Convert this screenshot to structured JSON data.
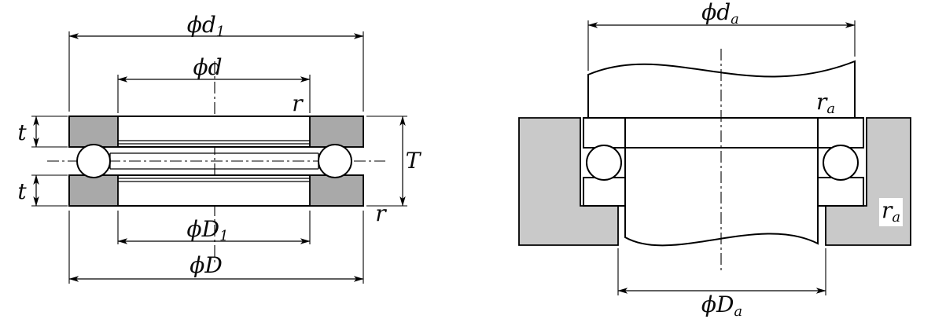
{
  "colors": {
    "washer_shade": "#a9a9a9",
    "housing_shade": "#c9c9c9",
    "part_fill": "#ffffff",
    "line": "#000000"
  },
  "left_view": {
    "labels": {
      "phi_d1": {
        "base": "ϕd",
        "sub": "1"
      },
      "phi_d": {
        "base": "ϕd",
        "sub": ""
      },
      "r_top": {
        "base": "r",
        "sub": ""
      },
      "t_top": {
        "base": "t",
        "sub": ""
      },
      "T": {
        "base": "T",
        "sub": ""
      },
      "t_bottom": {
        "base": "t",
        "sub": ""
      },
      "r_bottom": {
        "base": "r",
        "sub": ""
      },
      "phi_D1": {
        "base": "ϕD",
        "sub": "1"
      },
      "phi_D": {
        "base": "ϕD",
        "sub": ""
      }
    }
  },
  "right_view": {
    "labels": {
      "phi_da": {
        "base": "ϕd",
        "sub": "a"
      },
      "r_a_top": {
        "base": "r",
        "sub": "a"
      },
      "r_a_bottom": {
        "base": "r",
        "sub": "a"
      },
      "phi_Da": {
        "base": "ϕD",
        "sub": "a"
      }
    }
  }
}
